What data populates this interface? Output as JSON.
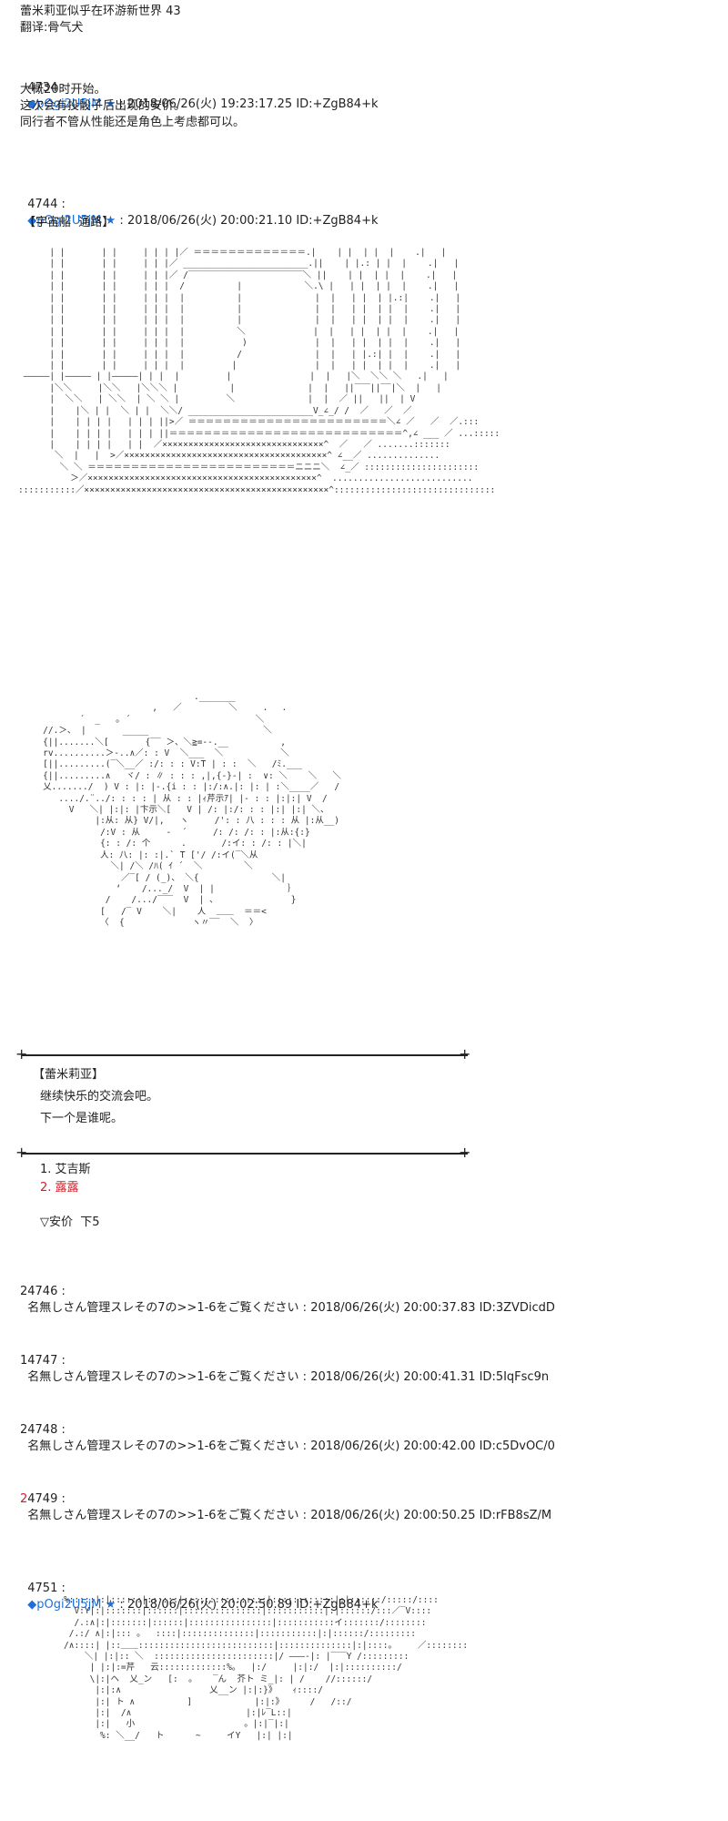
{
  "title": {
    "line1": "蕾米莉亚似乎在环游新世界 43",
    "line2": "翻译:骨气犬"
  },
  "posts": [
    {
      "header_num": "4734 :",
      "trip": "◆pOgi2U5jM ★",
      "header_rest": " : 2018/06/26(火) 19:23:17.25 ID:+ZgB84+k",
      "body": [
        "大概20时开始。",
        "这次会有投骰子后出现的安价。",
        "同行者不管从性能还是角色上考虑都可以。"
      ]
    },
    {
      "header_num": "4744 :",
      "trip": "◆pOgi2U5jM ★",
      "header_rest": " : 2018/06/26(火) 20:00:21.10 ID:+ZgB84+k",
      "location": "【宇宙船  通路】"
    },
    {
      "header_num": "4746 :",
      "header_rest": "名無しさん管理スレその7の>>1-6をご覧ください : 2018/06/26(火) 20:00:37.83 ID:3ZVDicdD",
      "body": "2"
    },
    {
      "header_num": "4747 :",
      "header_rest": "名無しさん管理スレその7の>>1-6をご覧ください : 2018/06/26(火) 20:00:41.31 ID:5IqFsc9n",
      "body": "1"
    },
    {
      "header_num": "4748 :",
      "header_rest": "名無しさん管理スレその7の>>1-6をご覧ください : 2018/06/26(火) 20:00:42.00 ID:c5DvOC/0",
      "body": "2"
    },
    {
      "header_num": "4749 :",
      "header_rest": "名無しさん管理スレその7の>>1-6をご覧ください : 2018/06/26(火) 20:00:50.25 ID:rFB8sZ/M",
      "body": "2"
    },
    {
      "header_num": "4751 :",
      "trip": "◆pOgi2U5jM ★",
      "header_rest": " : 2018/06/26(火) 20:02:50.89 ID:+ZgB84+k"
    }
  ],
  "dialogue": {
    "speaker": "【蕾米莉亚】",
    "line1": "继续快乐的交流会吧。",
    "line2": "下一个是谁呢。"
  },
  "choices": {
    "option1": "1. 艾吉斯",
    "option2": "2. 露露",
    "anka": "▽安价  下5"
  },
  "colors": {
    "trip": "#1e6fd9",
    "highlight_red": "#d0202a",
    "text": "#222222"
  }
}
